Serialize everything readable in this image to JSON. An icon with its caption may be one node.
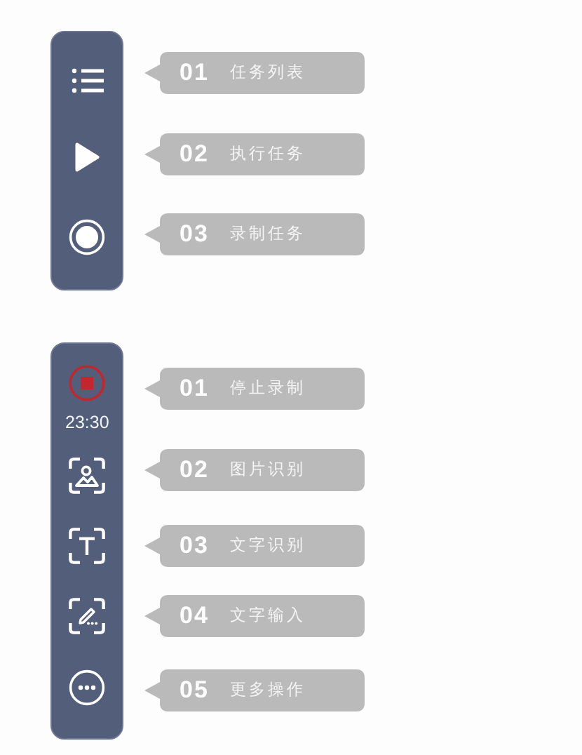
{
  "diagram": {
    "nodes": [
      {
        "text": [],
        "shape": "box"
      },
      {
        "text": [
          "01",
          "任务列表"
        ]
      },
      {
        "text": [
          "02",
          "执行任务"
        ]
      },
      {
        "text": [
          "03",
          "录制任务"
        ]
      },
      {
        "text": [
          "23:30"
        ]
      },
      {
        "text": [
          "01",
          "停止录制"
        ]
      },
      {
        "text": [
          "02",
          "图片识别"
        ]
      },
      {
        "text": [
          "03",
          "文字识别"
        ]
      },
      {
        "text": [
          "04",
          "文字输入"
        ]
      },
      {
        "text": [
          "05",
          "更多操作"
        ]
      }
    ]
  }
}
